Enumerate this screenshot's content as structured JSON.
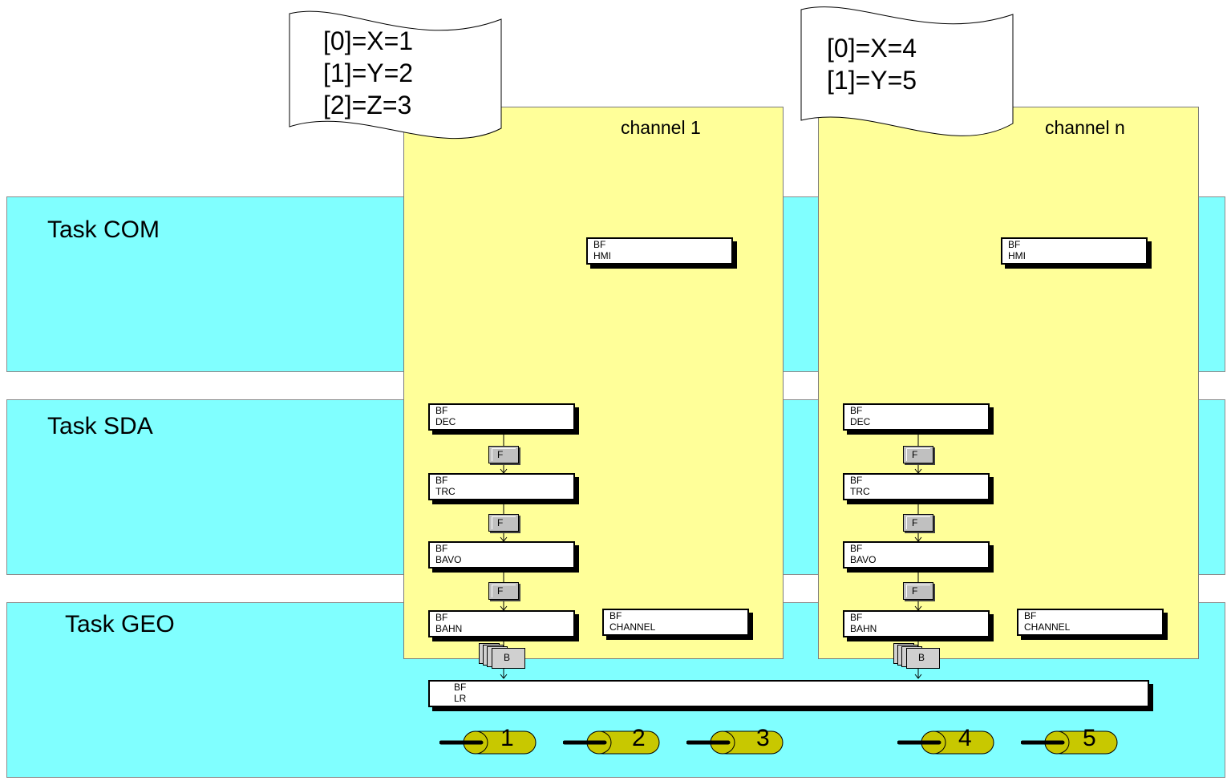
{
  "tasks": {
    "com": "Task COM",
    "sda": "Task SDA",
    "geo": "Task GEO"
  },
  "channels": [
    {
      "title": "channel 1",
      "note": [
        "[0]=X=1",
        "[1]=Y=2",
        "[2]=Z=3"
      ],
      "blocks": {
        "hmi": [
          "BF",
          "HMI"
        ],
        "dec": [
          "BF",
          "DEC"
        ],
        "trc": [
          "BF",
          "TRC"
        ],
        "bavo": [
          "BF",
          "BAVO"
        ],
        "bahn": [
          "BF",
          "BAHN"
        ],
        "channel": [
          "BF",
          "CHANNEL"
        ]
      },
      "f_label": "F",
      "b_label": "B"
    },
    {
      "title": "channel n",
      "note": [
        "[0]=X=4",
        "[1]=Y=5"
      ],
      "blocks": {
        "hmi": [
          "BF",
          "HMI"
        ],
        "dec": [
          "BF",
          "DEC"
        ],
        "trc": [
          "BF",
          "TRC"
        ],
        "bavo": [
          "BF",
          "BAVO"
        ],
        "bahn": [
          "BF",
          "BAHN"
        ],
        "channel": [
          "BF",
          "CHANNEL"
        ]
      },
      "f_label": "F",
      "b_label": "B"
    }
  ],
  "lr_block": [
    "BF",
    "LR"
  ],
  "axes": [
    "1",
    "2",
    "3",
    "4",
    "5"
  ],
  "colors": {
    "task_band": "#80ffff",
    "channel_bg": "#ffff99",
    "axis_fill": "#c8c800"
  }
}
